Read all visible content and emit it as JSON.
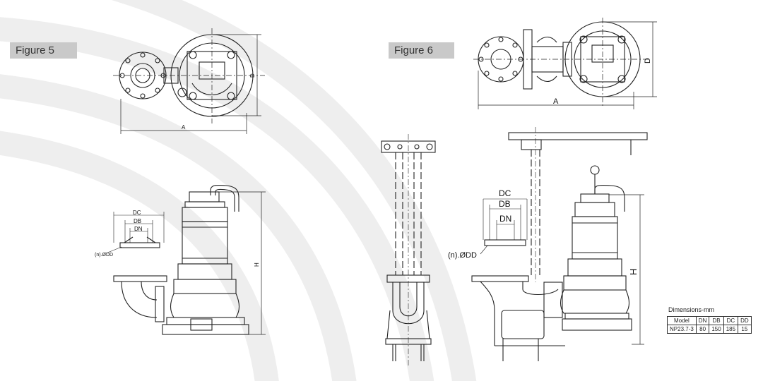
{
  "figures": {
    "fig5": {
      "label": "Figure 5"
    },
    "fig6": {
      "label": "Figure 6"
    }
  },
  "dimension_labels": {
    "a": "A",
    "d": "D",
    "h": "H",
    "dc": "DC",
    "db": "DB",
    "dn": "DN",
    "ndd": "(n).ØDD"
  },
  "dimensions_table": {
    "title": "Dimensions-mm",
    "headers": [
      "Model",
      "DN",
      "DB",
      "DC",
      "DD"
    ],
    "rows": [
      [
        "NP23.7-3",
        "80",
        "150",
        "185",
        "15"
      ]
    ]
  }
}
